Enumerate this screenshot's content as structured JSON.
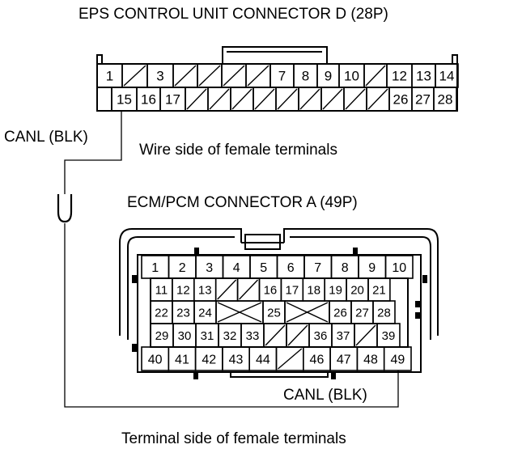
{
  "title_top": "EPS CONTROL UNIT CONNECTOR D (28P)",
  "caption_wire_side": "Wire side of female terminals",
  "title_bottom": "ECM/PCM CONNECTOR A (49P)",
  "caption_terminal_side": "Terminal side of female terminals",
  "wire_label_top": "CANL (BLK)",
  "wire_label_bottom": "CANL (BLK)",
  "connector_d": {
    "row1": [
      "1",
      "/",
      "3",
      "/",
      "/",
      "/",
      "/",
      "7",
      "8",
      "9",
      "10",
      "/",
      "12",
      "13",
      "14"
    ],
    "row2": [
      "",
      "15",
      "16",
      "17",
      "/",
      "/",
      "/",
      "/",
      "/",
      "/",
      "/",
      "/",
      "/",
      "26",
      "27",
      "28"
    ]
  },
  "connector_a": {
    "row1": [
      "1",
      "2",
      "3",
      "4",
      "5",
      "6",
      "7",
      "8",
      "9",
      "10"
    ],
    "row2": [
      "11",
      "12",
      "13",
      "/",
      "/",
      "16",
      "17",
      "18",
      "19",
      "20",
      "21"
    ],
    "row3": [
      "22",
      "23",
      "24",
      "X",
      "25",
      "X",
      "26",
      "27",
      "28"
    ],
    "row4": [
      "29",
      "30",
      "31",
      "32",
      "33",
      "/",
      "/",
      "36",
      "37",
      "/",
      "39"
    ],
    "row5": [
      "40",
      "41",
      "42",
      "43",
      "44",
      "/",
      "46",
      "47",
      "48",
      "49"
    ]
  }
}
